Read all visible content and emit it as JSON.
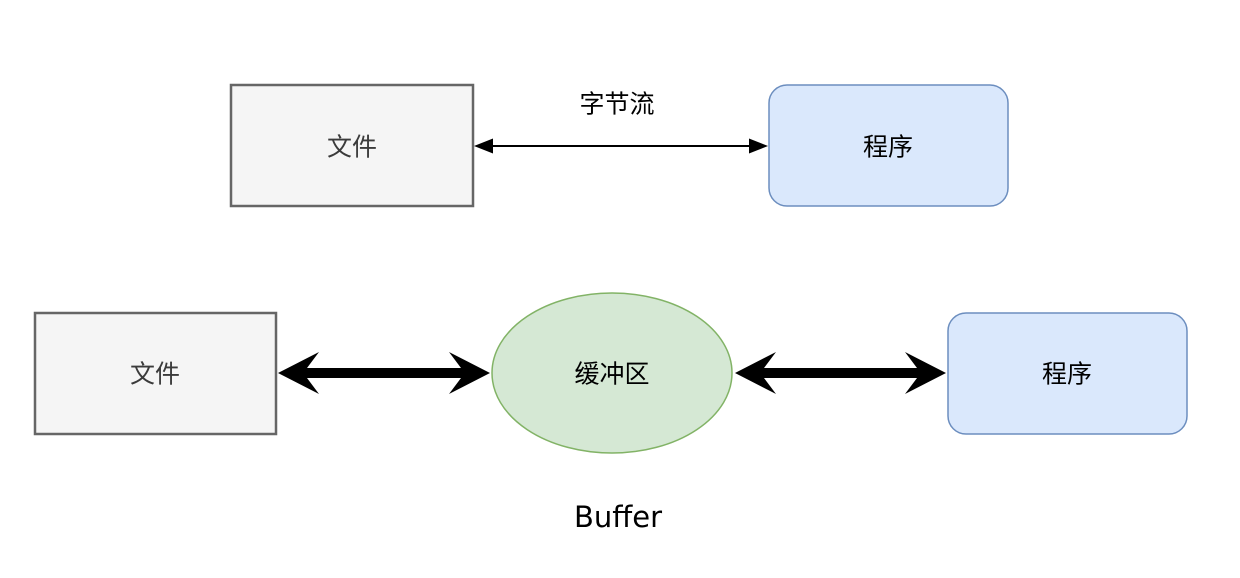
{
  "nodes": {
    "top_file": {
      "label": "文件",
      "fill": "#f5f5f5",
      "stroke": "#666666",
      "text_color": "#3b3b3b"
    },
    "top_program": {
      "label": "程序",
      "fill": "#dae8fc",
      "stroke": "#6c8ebf",
      "text_color": "#000000"
    },
    "bottom_file": {
      "label": "文件",
      "fill": "#f5f5f5",
      "stroke": "#666666",
      "text_color": "#3b3b3b"
    },
    "buffer": {
      "label": "缓冲区",
      "fill": "#d5e8d4",
      "stroke": "#82b366",
      "text_color": "#000000"
    },
    "bottom_program": {
      "label": "程序",
      "fill": "#dae8fc",
      "stroke": "#6c8ebf",
      "text_color": "#000000"
    }
  },
  "edges": {
    "byte_stream": {
      "label": "字节流",
      "color": "#000000",
      "style": "thin-double-arrow"
    },
    "file_buffer": {
      "color": "#000000",
      "style": "thick-double-arrow"
    },
    "buffer_program": {
      "color": "#000000",
      "style": "thick-double-arrow"
    }
  },
  "caption": {
    "text": "Buffer",
    "color": "#000000"
  },
  "canvas": {
    "background": "#ffffff"
  }
}
